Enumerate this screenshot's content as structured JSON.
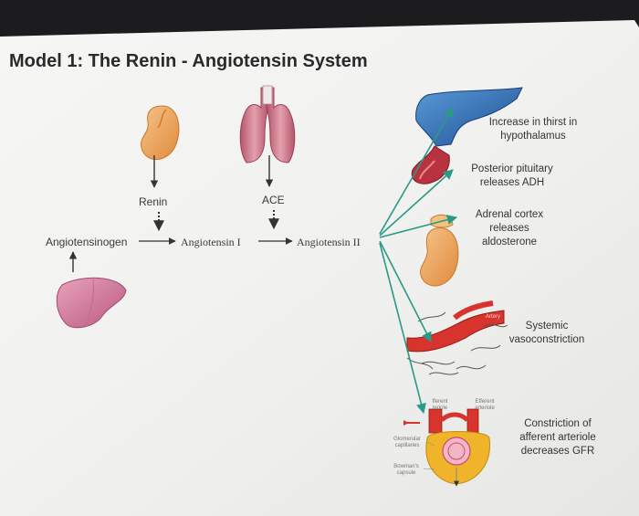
{
  "title": "Model 1: The Renin - Angiotensin System",
  "pathway": {
    "angiotensinogen": "Angiotensinogen",
    "angiotensin_i": "Angiotensin I",
    "angiotensin_ii": "Angiotensin II",
    "renin": "Renin",
    "ace": "ACE"
  },
  "effects": {
    "thirst": "Increase in thirst in hypothalamus",
    "adh": "Posterior pituitary releases ADH",
    "aldosterone": "Adrenal cortex releases aldosterone",
    "vasoconstriction": "Systemic vasoconstriction",
    "gfr": "Constriction of afferent arteriole decreases GFR"
  },
  "small_labels": {
    "artery": "Artery",
    "afferent": "fferent teriole",
    "efferent": "Efferent arteriole",
    "glomerular": "Glomerular capillaries",
    "bowmans": "Bowman's capsule"
  },
  "colors": {
    "arrow_teal": "#2a9a86",
    "kidney": "#e9a45c",
    "artery_red": "#d8332c",
    "hypothalamus_blue": "#2a6ab0"
  },
  "icons": [
    "kidney",
    "lungs",
    "liver",
    "adrenal-kidney",
    "brain-pituitary",
    "arteries",
    "nephron"
  ]
}
